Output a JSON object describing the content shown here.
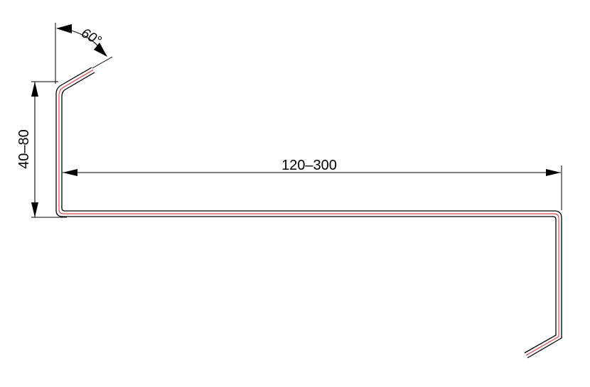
{
  "dimensions": {
    "width_label": "120–300",
    "height_label": "40–80",
    "angle_label": "60°"
  },
  "colors": {
    "outline": "#000000",
    "centerline": "#e0474c",
    "background": "#ffffff"
  }
}
